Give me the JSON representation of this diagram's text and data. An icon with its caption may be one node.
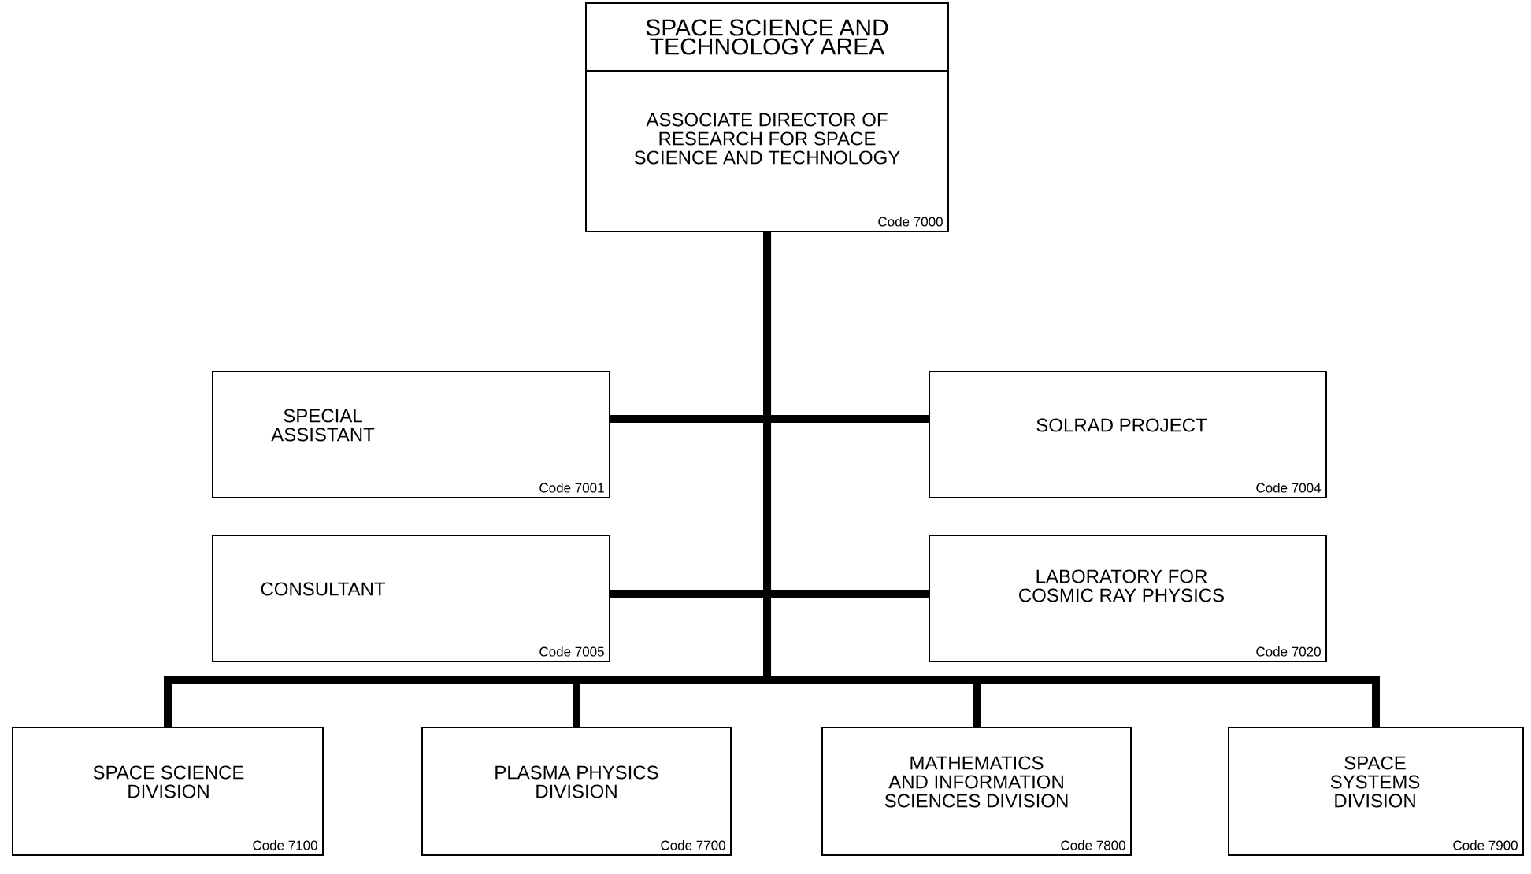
{
  "diagram": {
    "nodes": [
      {
        "text": [
          "SPACE SCIENCE AND TECHNOLOGY AREA",
          "ASSOCIATE DIRECTOR OF RESEARCH FOR SPACE SCIENCE AND TECHNOLOGY",
          "Code 7000"
        ]
      },
      {
        "text": [
          "SPECIAL ASSISTANT",
          "Code 7001"
        ]
      },
      {
        "text": [
          "SOLRAD PROJECT",
          "Code 7004"
        ]
      },
      {
        "text": [
          "CONSULTANT",
          "Code 7005"
        ]
      },
      {
        "text": [
          "LABORATORY FOR COSMIC RAY PHYSICS",
          "Code 7020"
        ]
      },
      {
        "text": [
          "SPACE SCIENCE DIVISION",
          "Code 7100"
        ]
      },
      {
        "text": [
          "PLASMA PHYSICS DIVISION",
          "Code 7700"
        ]
      },
      {
        "text": [
          "MATHEMATICS AND INFORMATION SCIENCES DIVISION",
          "Code 7800"
        ]
      },
      {
        "text": [
          "SPACE SYSTEMS DIVISION",
          "Code 7900"
        ]
      }
    ],
    "edges": [
      {
        "from": 0,
        "to": 1,
        "arrow": "none"
      },
      {
        "from": 0,
        "to": 2,
        "arrow": "none"
      },
      {
        "from": 0,
        "to": 3,
        "arrow": "none"
      },
      {
        "from": 0,
        "to": 4,
        "arrow": "none"
      },
      {
        "from": 0,
        "to": 5,
        "arrow": "none"
      },
      {
        "from": 0,
        "to": 6,
        "arrow": "none"
      },
      {
        "from": 0,
        "to": 7,
        "arrow": "none"
      },
      {
        "from": 0,
        "to": 8,
        "arrow": "none"
      }
    ]
  }
}
